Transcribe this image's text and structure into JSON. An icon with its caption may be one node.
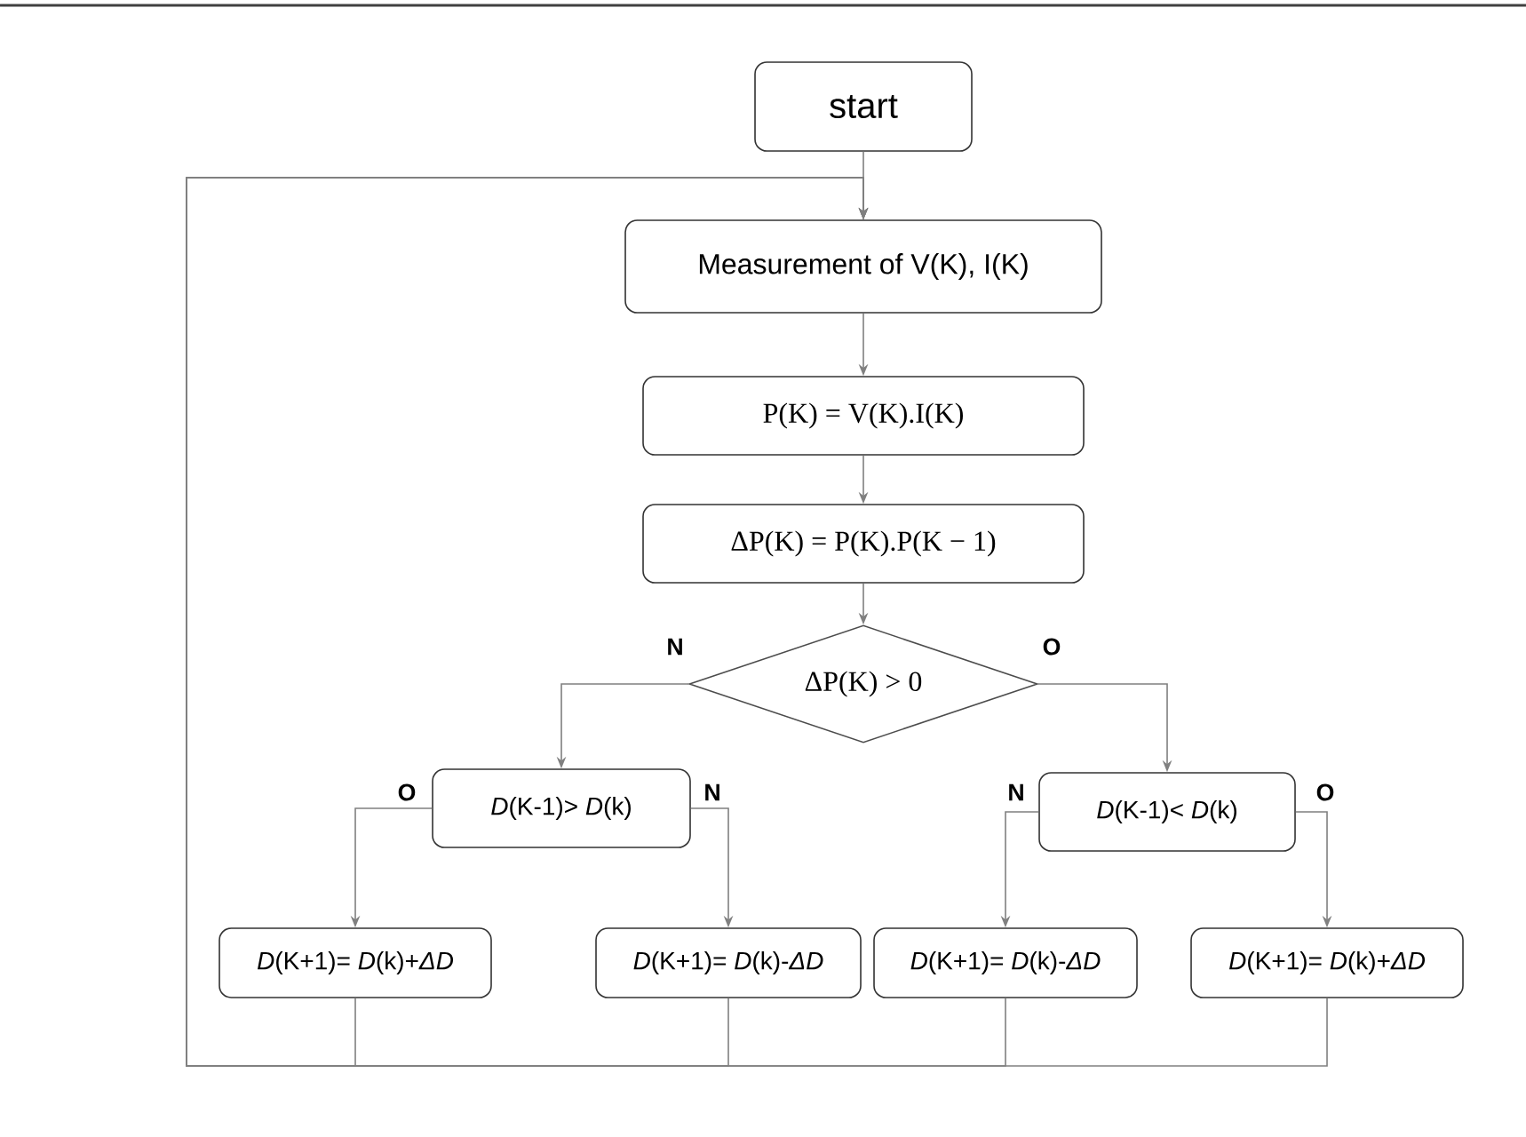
{
  "diagram": {
    "nodes": [
      {
        "text": [
          "start"
        ]
      },
      {
        "text": [
          "Measurement of V(K), I(K)"
        ]
      },
      {
        "text": [
          "P(K) = V(K).I(K)"
        ]
      },
      {
        "text": [
          "ΔP(K) = P(K).P(K − 1)"
        ]
      },
      {
        "text": [
          "ΔP(K) > 0"
        ]
      },
      {
        "text": [
          "*D*(K-1)> *D*(k)"
        ]
      },
      {
        "text": [
          "*D*(K-1)< *D*(k)"
        ]
      },
      {
        "text": [
          "*D*(K+1)= *D*(k)+*ΔD*"
        ]
      },
      {
        "text": [
          "*D*(K+1)= *D*(k)-*ΔD*"
        ]
      },
      {
        "text": [
          "*D*(K+1)= *D*(k)-*ΔD*"
        ]
      },
      {
        "text": [
          "*D*(K+1)= *D*(k)+*ΔD*"
        ]
      }
    ],
    "edges": [
      {
        "from": 0,
        "to": 1,
        "arrow": "to"
      },
      {
        "from": 1,
        "to": 2,
        "arrow": "to"
      },
      {
        "from": 2,
        "to": 3,
        "arrow": "to"
      },
      {
        "from": 3,
        "to": 4,
        "arrow": "to"
      },
      {
        "from": 4,
        "to": 5,
        "arrow": "to",
        "label": "N"
      },
      {
        "from": 4,
        "to": 6,
        "arrow": "to",
        "label": "O"
      },
      {
        "from": 5,
        "to": 7,
        "arrow": "to",
        "label": "O"
      },
      {
        "from": 5,
        "to": 8,
        "arrow": "to",
        "label": "N"
      },
      {
        "from": 6,
        "to": 9,
        "arrow": "to",
        "label": "N"
      },
      {
        "from": 6,
        "to": 10,
        "arrow": "to",
        "label": "O"
      },
      {
        "from": 7,
        "to": 1,
        "arrow": "to"
      },
      {
        "from": 8,
        "to": 1,
        "arrow": "to"
      },
      {
        "from": 9,
        "to": 1,
        "arrow": "to"
      },
      {
        "from": 10,
        "to": 1,
        "arrow": "to"
      }
    ]
  }
}
